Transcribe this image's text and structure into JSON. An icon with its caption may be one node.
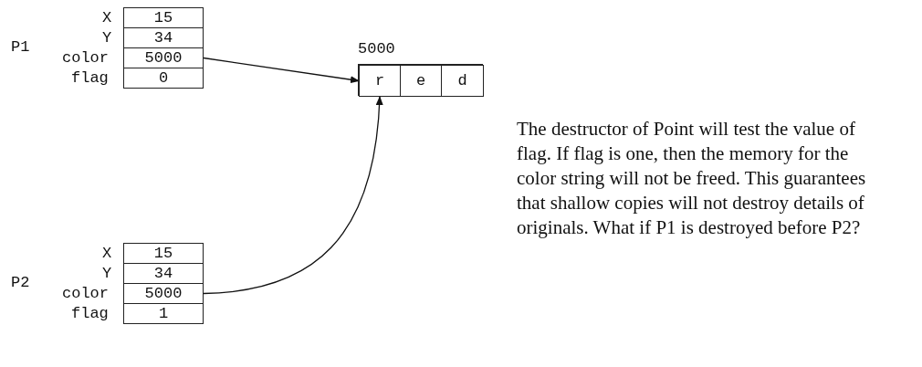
{
  "diagram": {
    "nodes": [
      {
        "text": [
          "15"
        ]
      },
      {
        "text": [
          "34"
        ]
      },
      {
        "text": [
          "5000"
        ]
      },
      {
        "text": [
          "0"
        ]
      },
      {
        "text": [],
        "shape": "box",
        "beside": [
          "5000"
        ]
      },
      {
        "text": [
          "r"
        ],
        "in": 4
      },
      {
        "text": [
          "e"
        ],
        "in": 4
      },
      {
        "text": [
          "d"
        ],
        "in": 4
      },
      {
        "text": [
          "15"
        ]
      },
      {
        "text": [
          "34"
        ]
      },
      {
        "text": [
          "5000"
        ]
      },
      {
        "text": [
          "1"
        ]
      }
    ],
    "edges": [
      {
        "from": 2,
        "to": 5,
        "arrow": "to"
      },
      {
        "from": 10,
        "to": 5,
        "arrow": "to"
      }
    ],
    "labels": [
      "X",
      "P1",
      "Y",
      "color",
      "flag",
      "X",
      "P2",
      "Y",
      "color",
      "flag",
      "The destructor of Point will test the value of flag. If flag is one, then the memory for the color string will not be freed. This guarantees that shallow copies will not destroy details of originals. What if P1 is destroyed before P2?"
    ]
  }
}
